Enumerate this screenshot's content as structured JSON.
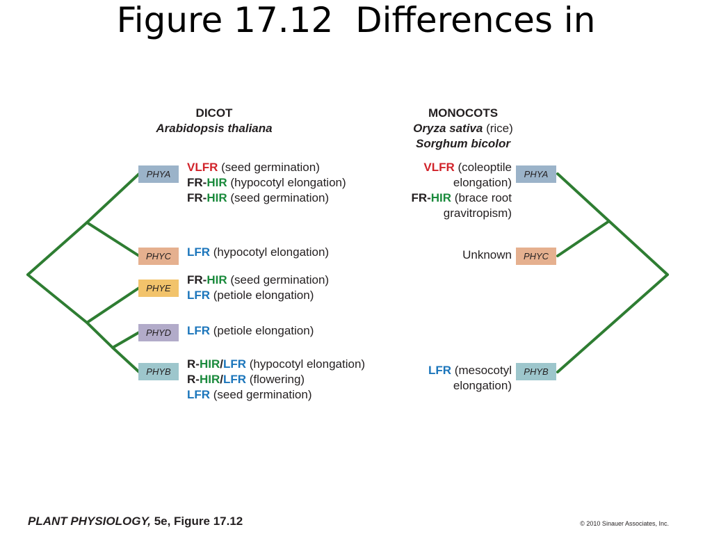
{
  "slide_title": "Figure 17.12  Differences in",
  "colors": {
    "tree_line": "#2e7d32",
    "vlfr": "#d1232a",
    "hir": "#1a8a3c",
    "lfr": "#1b75bb",
    "phya_box": "#9bb3c9",
    "phyc_box": "#e5b08f",
    "phye_box": "#f2c36b",
    "phyd_box": "#b2abc9",
    "phyb_box": "#9dc6cc"
  },
  "dicot": {
    "group": "DICOT",
    "species": "Arabidopsis thaliana",
    "genes": [
      {
        "label": "PHYA",
        "color": "#9bb3c9",
        "lines": [
          [
            {
              "t": "VLFR",
              "k": "vlfr"
            },
            {
              "t": " (seed germination)",
              "k": ""
            }
          ],
          [
            {
              "t": "FR-",
              "k": "pre"
            },
            {
              "t": "HIR",
              "k": "hir"
            },
            {
              "t": " (hypocotyl elongation)",
              "k": ""
            }
          ],
          [
            {
              "t": "FR-",
              "k": "pre"
            },
            {
              "t": "HIR",
              "k": "hir"
            },
            {
              "t": " (seed germination)",
              "k": ""
            }
          ]
        ]
      },
      {
        "label": "PHYC",
        "color": "#e5b08f",
        "lines": [
          [
            {
              "t": "LFR",
              "k": "lfr"
            },
            {
              "t": " (hypocotyl elongation)",
              "k": ""
            }
          ]
        ]
      },
      {
        "label": "PHYE",
        "color": "#f2c36b",
        "lines": [
          [
            {
              "t": "FR-",
              "k": "pre"
            },
            {
              "t": "HIR",
              "k": "hir"
            },
            {
              "t": " (seed germination)",
              "k": ""
            }
          ],
          [
            {
              "t": "LFR",
              "k": "lfr"
            },
            {
              "t": " (petiole elongation)",
              "k": ""
            }
          ]
        ]
      },
      {
        "label": "PHYD",
        "color": "#b2abc9",
        "lines": [
          [
            {
              "t": "LFR",
              "k": "lfr"
            },
            {
              "t": " (petiole elongation)",
              "k": ""
            }
          ]
        ]
      },
      {
        "label": "PHYB",
        "color": "#9dc6cc",
        "lines": [
          [
            {
              "t": "R-",
              "k": "pre"
            },
            {
              "t": "HIR",
              "k": "hir"
            },
            {
              "t": "/",
              "k": "pre"
            },
            {
              "t": "LFR",
              "k": "lfr"
            },
            {
              "t": " (hypocotyl elongation)",
              "k": ""
            }
          ],
          [
            {
              "t": "R-",
              "k": "pre"
            },
            {
              "t": "HIR",
              "k": "hir"
            },
            {
              "t": "/",
              "k": "pre"
            },
            {
              "t": "LFR",
              "k": "lfr"
            },
            {
              "t": " (flowering)",
              "k": ""
            }
          ],
          [
            {
              "t": "LFR",
              "k": "lfr"
            },
            {
              "t": " (seed germination)",
              "k": ""
            }
          ]
        ]
      }
    ]
  },
  "monocot": {
    "group": "MONOCOTS",
    "species": "Oryza sativa",
    "species_note": " (rice)",
    "species2": "Sorghum bicolor",
    "genes": [
      {
        "label": "PHYA",
        "color": "#9bb3c9",
        "lines": [
          [
            {
              "t": "VLFR",
              "k": "vlfr"
            },
            {
              "t": " (coleoptile",
              "k": ""
            }
          ],
          [
            {
              "t": "elongation)",
              "k": ""
            }
          ],
          [
            {
              "t": "FR-",
              "k": "pre"
            },
            {
              "t": "HIR",
              "k": "hir"
            },
            {
              "t": " (brace root",
              "k": ""
            }
          ],
          [
            {
              "t": "gravitropism)",
              "k": ""
            }
          ]
        ]
      },
      {
        "label": "PHYC",
        "color": "#e5b08f",
        "lines": [
          [
            {
              "t": "Unknown",
              "k": ""
            }
          ]
        ]
      },
      {
        "label": "PHYB",
        "color": "#9dc6cc",
        "lines": [
          [
            {
              "t": "LFR",
              "k": "lfr"
            },
            {
              "t": " (mesocotyl",
              "k": ""
            }
          ],
          [
            {
              "t": "elongation)",
              "k": ""
            }
          ]
        ]
      }
    ]
  },
  "footer": {
    "book": "PLANT PHYSIOLOGY, ",
    "edition": "5e, Figure 17.12",
    "copyright": "© 2010 Sinauer Associates, Inc."
  }
}
